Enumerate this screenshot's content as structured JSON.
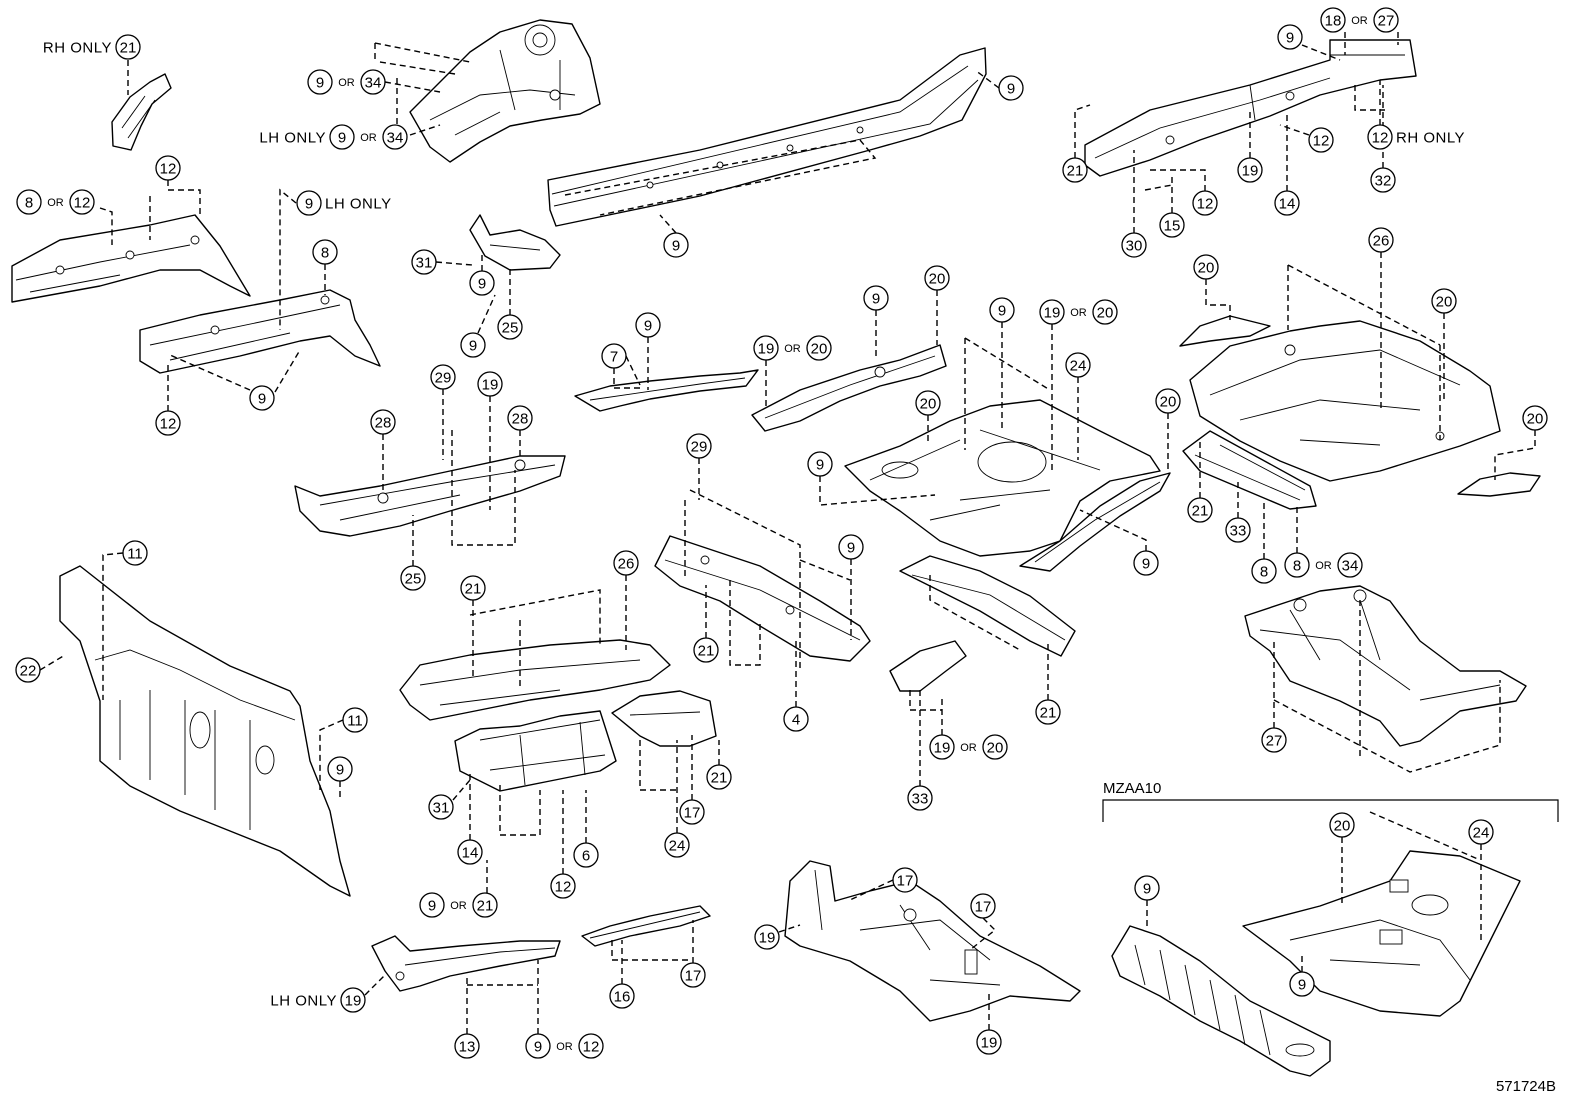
{
  "diagram_code": "571724B",
  "variant_group": "MZAA10",
  "labels": {
    "or": "OR"
  },
  "callouts": [
    {
      "num": "21",
      "note": "RH ONLY"
    },
    {
      "num": "9",
      "alt": "34"
    },
    {
      "num": "9",
      "alt": "34",
      "note": "LH ONLY"
    },
    {
      "num": "9"
    },
    {
      "num": "9"
    },
    {
      "num": "18",
      "alt": "27"
    },
    {
      "num": "12"
    },
    {
      "num": "12",
      "note": "RH ONLY"
    },
    {
      "num": "21"
    },
    {
      "num": "19"
    },
    {
      "num": "32"
    },
    {
      "num": "14"
    },
    {
      "num": "12"
    },
    {
      "num": "15"
    },
    {
      "num": "30"
    },
    {
      "num": "12"
    },
    {
      "num": "8",
      "alt": "12"
    },
    {
      "num": "9",
      "note": "LH ONLY"
    },
    {
      "num": "9"
    },
    {
      "num": "8"
    },
    {
      "num": "31"
    },
    {
      "num": "9"
    },
    {
      "num": "25"
    },
    {
      "num": "9"
    },
    {
      "num": "9"
    },
    {
      "num": "12"
    },
    {
      "num": "9"
    },
    {
      "num": "7"
    },
    {
      "num": "19",
      "alt": "20"
    },
    {
      "num": "9"
    },
    {
      "num": "20"
    },
    {
      "num": "9"
    },
    {
      "num": "19",
      "alt": "20"
    },
    {
      "num": "24"
    },
    {
      "num": "20"
    },
    {
      "num": "26"
    },
    {
      "num": "20"
    },
    {
      "num": "29"
    },
    {
      "num": "19"
    },
    {
      "num": "28"
    },
    {
      "num": "28"
    },
    {
      "num": "20"
    },
    {
      "num": "20"
    },
    {
      "num": "20"
    },
    {
      "num": "9"
    },
    {
      "num": "29"
    },
    {
      "num": "25"
    },
    {
      "num": "9"
    },
    {
      "num": "9"
    },
    {
      "num": "21"
    },
    {
      "num": "33"
    },
    {
      "num": "8"
    },
    {
      "num": "8",
      "alt": "34"
    },
    {
      "num": "11"
    },
    {
      "num": "22"
    },
    {
      "num": "21"
    },
    {
      "num": "26"
    },
    {
      "num": "21"
    },
    {
      "num": "4"
    },
    {
      "num": "21"
    },
    {
      "num": "11"
    },
    {
      "num": "9"
    },
    {
      "num": "27"
    },
    {
      "num": "21"
    },
    {
      "num": "19",
      "alt": "20"
    },
    {
      "num": "31"
    },
    {
      "num": "17"
    },
    {
      "num": "6"
    },
    {
      "num": "14"
    },
    {
      "num": "24"
    },
    {
      "num": "33"
    },
    {
      "num": "20"
    },
    {
      "num": "24"
    },
    {
      "num": "12"
    },
    {
      "num": "9",
      "alt": "21"
    },
    {
      "num": "17"
    },
    {
      "num": "17"
    },
    {
      "num": "19"
    },
    {
      "num": "9"
    },
    {
      "num": "9"
    },
    {
      "num": "17"
    },
    {
      "num": "16"
    },
    {
      "num": "19",
      "note": "LH ONLY"
    },
    {
      "num": "13"
    },
    {
      "num": "9",
      "alt": "12"
    },
    {
      "num": "19"
    }
  ]
}
